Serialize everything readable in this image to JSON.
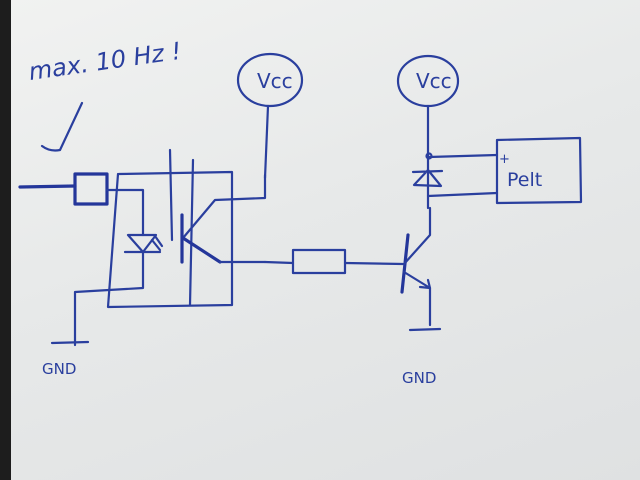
{
  "diagram": {
    "type": "hand-drawn circuit schematic",
    "ink_color": "#2a3f9e",
    "paper_color": "#e9ebeb",
    "annotation": "max. 10 Hz !",
    "labels": {
      "vcc_left": "Vcc",
      "vcc_right": "Vcc",
      "gnd_left": "GND",
      "gnd_right": "GND",
      "peltier": "Pelt",
      "peltier_plus": "+"
    },
    "components": [
      {
        "id": "input-connector",
        "kind": "terminal"
      },
      {
        "id": "optocoupler",
        "kind": "optocoupler (LED + phototransistor)"
      },
      {
        "id": "resistor",
        "kind": "resistor"
      },
      {
        "id": "npn-transistor",
        "kind": "NPN transistor"
      },
      {
        "id": "flyback-diode",
        "kind": "diode"
      },
      {
        "id": "peltier-element",
        "kind": "load"
      }
    ]
  }
}
